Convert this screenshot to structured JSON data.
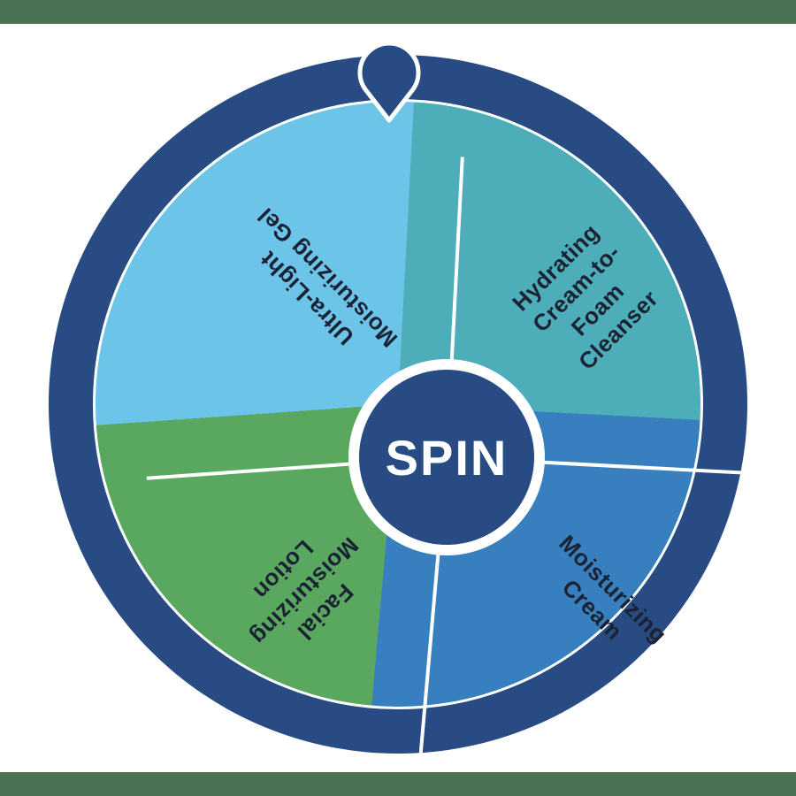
{
  "header_bar": {
    "color": "#4b7252"
  },
  "footer_bar": {
    "color": "#4b7252"
  },
  "wheel": {
    "center_label": "SPIN",
    "center_text_color": "#ffffff",
    "ring_color": "#274b82",
    "hub_color": "#274b82",
    "hub_ring_color": "#ffffff",
    "pointer_color": "#274b82",
    "divider_color": "#ffffff",
    "label_color": "#1b2233",
    "segments": [
      {
        "name": "hydrating-cream-to-foam-cleanser",
        "label": "Hydrating\nCream-to-\nFoam\nCleanser",
        "color": "#4dadb9",
        "start_deg": 3,
        "end_deg": 93,
        "label_rotation_deg": -45
      },
      {
        "name": "moisturizing-cream",
        "label": "Moisturizing\nCream",
        "color": "#377fbe",
        "start_deg": 93,
        "end_deg": 185,
        "label_rotation_deg": 45
      },
      {
        "name": "facial-moisturizing-lotion",
        "label": "Facial\nMoisturizing\nLotion",
        "color": "#5aa85f",
        "start_deg": 185,
        "end_deg": 266,
        "label_rotation_deg": 135
      },
      {
        "name": "ultra-light-moisturizing-gel",
        "label": "Ultra-Light\nMoisturizing Gel",
        "color": "#6cc5e9",
        "start_deg": 266,
        "end_deg": 363,
        "label_rotation_deg": 225
      }
    ]
  }
}
